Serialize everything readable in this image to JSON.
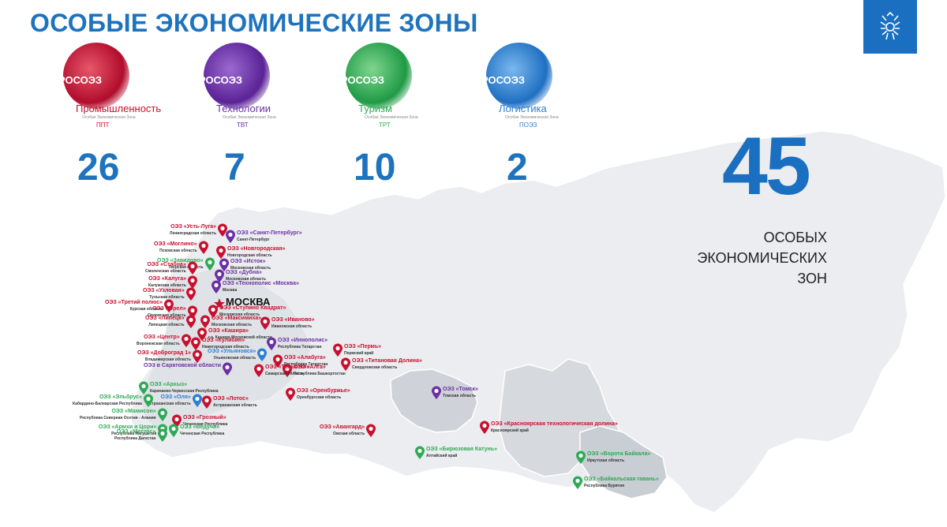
{
  "title": "ОСОБЫЕ ЭКОНОМИЧЕСКИЕ ЗОНЫ",
  "colors": {
    "industrial": "#c8102e",
    "tech": "#6b2fa6",
    "tourism": "#2eaa55",
    "logistics": "#2a7fd4",
    "accent": "#1e73be"
  },
  "categories": [
    {
      "brand": "РОСОЭЗ",
      "name": "Промышленность",
      "sub": "Особая Экономическая Зона",
      "abbr": "ППТ",
      "count": "26",
      "color": "#c8102e"
    },
    {
      "brand": "РОСОЭЗ",
      "name": "Технологии",
      "sub": "Особая Экономическая Зона",
      "abbr": "ТВТ",
      "count": "7",
      "color": "#6b2fa6"
    },
    {
      "brand": "РОСОЭЗ",
      "name": "Туризм",
      "sub": "Особая Экономическая Зона",
      "abbr": "ТРТ",
      "count": "10",
      "color": "#2eaa55"
    },
    {
      "brand": "РОСОЭЗ",
      "name": "Логистика",
      "sub": "Особая Экономическая Зона",
      "abbr": "ПОЭЗ",
      "count": "2",
      "color": "#2a7fd4"
    }
  ],
  "total": {
    "value": "45",
    "line1": "ОСОБЫХ",
    "line2": "ЭКОНОМИЧЕСКИХ",
    "line3": "ЗОН"
  },
  "capital": "МОСКВА",
  "zones": [
    {
      "name": "ОЭЗ «Усть-Луга»",
      "region": "Ленинградская область",
      "type": "industrial"
    },
    {
      "name": "ОЭЗ «Санкт-Петербург»",
      "region": "Санкт-Петербург",
      "type": "tech"
    },
    {
      "name": "ОЭЗ «Моглино»",
      "region": "Псковская область",
      "type": "industrial"
    },
    {
      "name": "ОЭЗ «Завидово»",
      "region": "Тверская область",
      "type": "tourism"
    },
    {
      "name": "ОЭЗ «Новгородская»",
      "region": "Новгородская область",
      "type": "industrial"
    },
    {
      "name": "ОЭЗ «Исток»",
      "region": "Московская область",
      "type": "tech"
    },
    {
      "name": "ОЭЗ «Стабна»",
      "region": "Смоленская область",
      "type": "industrial"
    },
    {
      "name": "ОЭЗ «Дубна»",
      "region": "Московская область",
      "type": "tech"
    },
    {
      "name": "ОЭЗ «Калуга»",
      "region": "Калужская область",
      "type": "industrial"
    },
    {
      "name": "ОЭЗ «Технополис «Москва»",
      "region": "Москва",
      "type": "tech"
    },
    {
      "name": "ОЭЗ «Узловая»",
      "region": "Тульская область",
      "type": "industrial"
    },
    {
      "name": "ОЭЗ «Третий полюс»",
      "region": "Курская область",
      "type": "industrial"
    },
    {
      "name": "ОЭЗ «Ступино Квадрат»",
      "region": "Московская область",
      "type": "industrial"
    },
    {
      "name": "ОЭЗ «Орел»",
      "region": "Орловская область",
      "type": "industrial"
    },
    {
      "name": "ОЭЗ «Максимиха»",
      "region": "Московская область",
      "type": "industrial"
    },
    {
      "name": "ОЭЗ «Иваново»",
      "region": "Ивановская область",
      "type": "industrial"
    },
    {
      "name": "ОЭЗ «Липецк»",
      "region": "Липецкая область",
      "type": "industrial"
    },
    {
      "name": "ОЭЗ «Кашира»",
      "region": "г.о. Кашира Московской области",
      "type": "industrial"
    },
    {
      "name": "ОЭЗ «Иннополис»",
      "region": "Республика Татарстан",
      "type": "tech"
    },
    {
      "name": "ОЭЗ «Центр»",
      "region": "Воронежская область",
      "type": "industrial"
    },
    {
      "name": "ОЭЗ «Кулибин»",
      "region": "Нижегородская область",
      "type": "industrial"
    },
    {
      "name": "ОЭЗ «Пермь»",
      "region": "Пермский край",
      "type": "industrial"
    },
    {
      "name": "ОЭЗ «Доброград 1»",
      "region": "Владимирская область",
      "type": "industrial"
    },
    {
      "name": "ОЭЗ «Ульяновск»",
      "region": "Ульяновская область",
      "type": "logistics"
    },
    {
      "name": "ОЭЗ «Алабуга»",
      "region": "Республика Татарстан",
      "type": "industrial"
    },
    {
      "name": "ОЭЗ «Титановая Долина»",
      "region": "Свердловская область",
      "type": "industrial"
    },
    {
      "name": "ОЭЗ в Саратовской области",
      "region": "",
      "type": "tech"
    },
    {
      "name": "ОЭЗ «Алга»",
      "region": "Республика Башкортостан",
      "type": "industrial"
    },
    {
      "name": "ОЭЗ «Архыз»",
      "region": "Карачаево-Черкесская Республика",
      "type": "tourism"
    },
    {
      "name": "ОЭЗ «Тольятти»",
      "region": "Самарская область",
      "type": "industrial"
    },
    {
      "name": "ОЭЗ «Оренбуржье»",
      "region": "Оренбургская область",
      "type": "industrial"
    },
    {
      "name": "ОЭЗ «Томск»",
      "region": "Томская область",
      "type": "tech"
    },
    {
      "name": "ОЭЗ «Оля»",
      "region": "Астраханская область",
      "type": "logistics"
    },
    {
      "name": "ОЭЗ «Эльбрус»",
      "region": "Кабардино-Балкарская Республика",
      "type": "tourism"
    },
    {
      "name": "ОЭЗ «Лотос»",
      "region": "Астраханская область",
      "type": "industrial"
    },
    {
      "name": "ОЭЗ «Мамисон»",
      "region": "Республика Северная Осетия - Алания",
      "type": "tourism"
    },
    {
      "name": "ОЭЗ «Грозный»",
      "region": "Чеченская Республика",
      "type": "industrial"
    },
    {
      "name": "ОЭЗ «Красноярская технологическая долина»",
      "region": "Красноярский край",
      "type": "industrial"
    },
    {
      "name": "ОЭЗ «Армхи и Цори»",
      "region": "Республика Ингушетия",
      "type": "tourism"
    },
    {
      "name": "ОЭЗ «Ведучи»",
      "region": "Чеченская Республика",
      "type": "tourism"
    },
    {
      "name": "ОЭЗ «Авангард»",
      "region": "Омская область",
      "type": "industrial"
    },
    {
      "name": "ОЭЗ «Ворота Байкала»",
      "region": "Иркутская область",
      "type": "tourism"
    },
    {
      "name": "ОЭЗ «Матлас»",
      "region": "Республика Дагестан",
      "type": "tourism"
    },
    {
      "name": "ОЭЗ «Бирюзовая Катунь»",
      "region": "Алтайский край",
      "type": "tourism"
    },
    {
      "name": "ОЭЗ «Байкальская гавань»",
      "region": "Республика Бурятия",
      "type": "tourism"
    }
  ]
}
